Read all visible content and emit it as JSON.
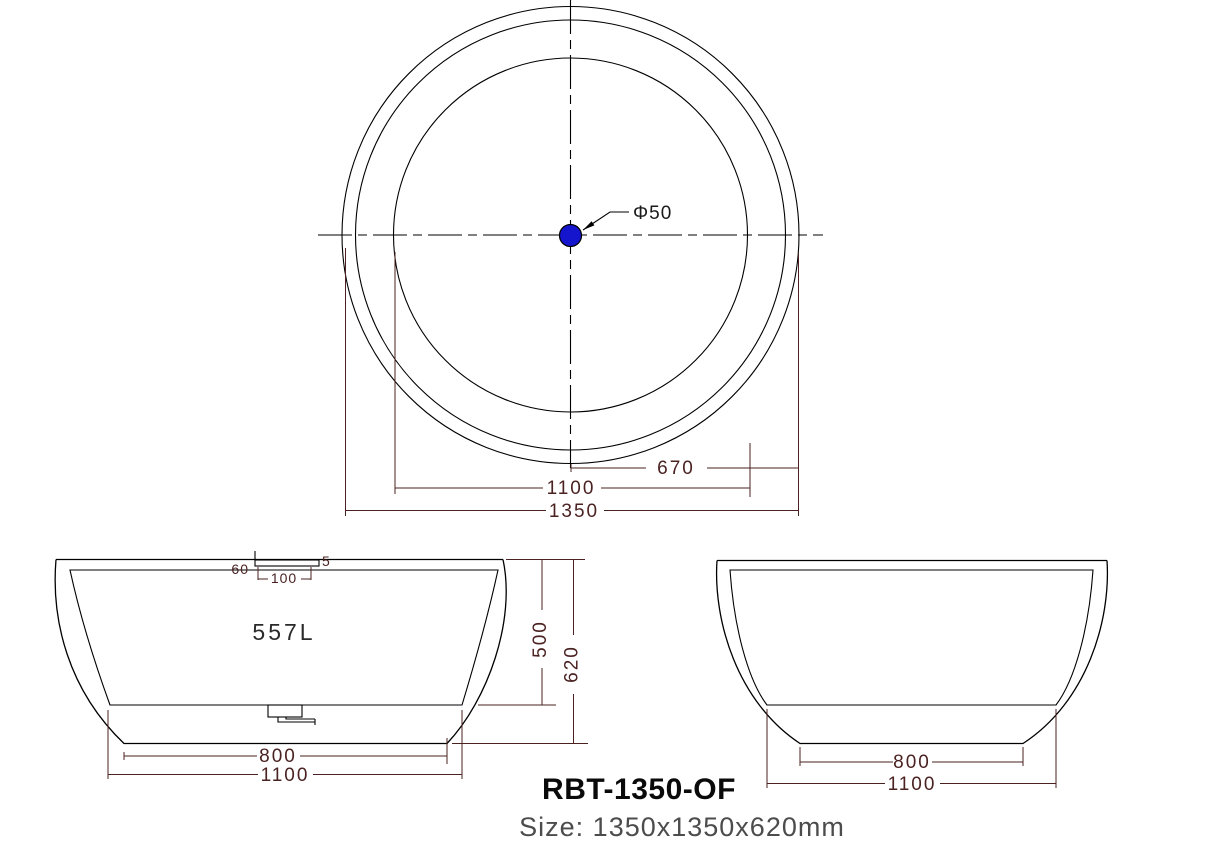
{
  "title": {
    "model": "RBT-1350-OF",
    "size": "Size: 1350x1350x620mm"
  },
  "colors": {
    "water_fill": "#8BDBF4",
    "drain_fill": "#1515CD",
    "dimension_color": "#4B2222",
    "outline_color": "#000000",
    "size_text_color": "#4C4C4C"
  },
  "top_view": {
    "drain_label": "Φ50",
    "dim_drain_to_edge": "670",
    "dim_inner": "1100",
    "dim_outer": "1350"
  },
  "front_view": {
    "capacity": "557L",
    "overflow_height": "60",
    "overflow_width": "100",
    "overflow_gap": "5",
    "dim_water_depth": "500",
    "dim_total_height": "620",
    "dim_base": "800",
    "dim_bottom": "1100"
  },
  "side_view": {
    "dim_base": "800",
    "dim_bottom": "1100"
  }
}
